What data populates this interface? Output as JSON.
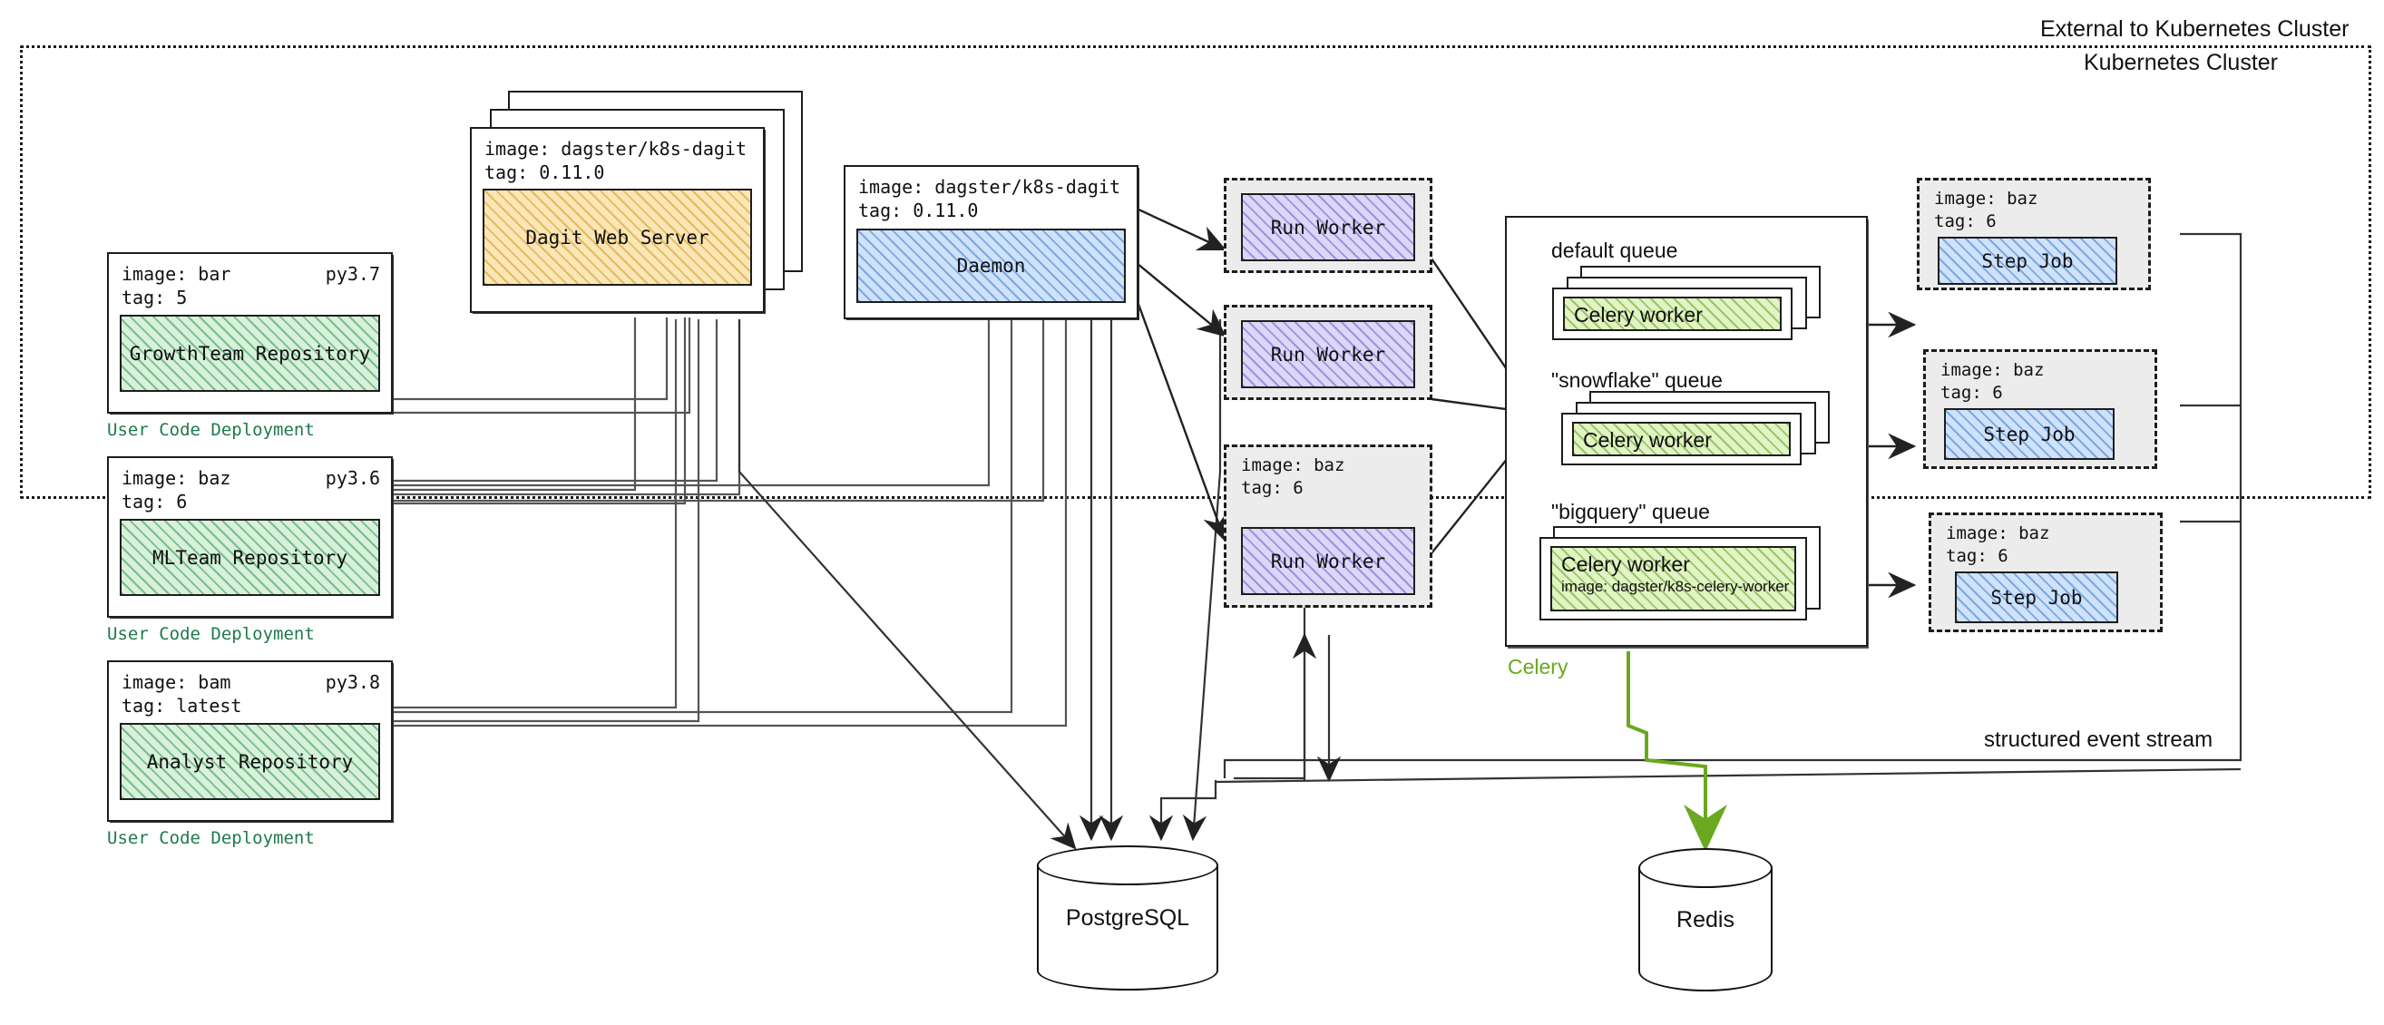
{
  "zones": {
    "external_label": "External to Kubernetes Cluster",
    "k8s_label": "Kubernetes Cluster"
  },
  "user_code_deployments": [
    {
      "image": "image: bar",
      "tag": "tag: 5",
      "python": "py3.7",
      "title": "GrowthTeam Repository",
      "caption": "User Code Deployment"
    },
    {
      "image": "image: baz",
      "tag": "tag: 6",
      "python": "py3.6",
      "title": "MLTeam Repository",
      "caption": "User Code Deployment"
    },
    {
      "image": "image: bam",
      "tag": "tag: latest",
      "python": "py3.8",
      "title": "Analyst Repository",
      "caption": "User Code Deployment"
    }
  ],
  "dagit": {
    "image": "image: dagster/k8s-dagit",
    "tag": "tag: 0.11.0",
    "title": "Dagit Web Server"
  },
  "daemon": {
    "image": "image: dagster/k8s-dagit",
    "tag": "tag: 0.11.0",
    "title": "Daemon"
  },
  "run_workers": [
    {
      "title": "Run Worker",
      "image": "",
      "tag": ""
    },
    {
      "title": "Run Worker",
      "image": "",
      "tag": ""
    },
    {
      "title": "Run Worker",
      "image": "image: baz",
      "tag": "tag: 6"
    }
  ],
  "celery": {
    "caption": "Celery",
    "queues": [
      {
        "label": "default queue",
        "worker_title": "Celery worker",
        "worker_image": "",
        "stacked": 3
      },
      {
        "label": "\"snowflake\" queue",
        "worker_title": "Celery worker",
        "worker_image": "",
        "stacked": 3
      },
      {
        "label": "\"bigquery\" queue",
        "worker_title": "Celery worker",
        "worker_image": "image: dagster/k8s-celery-worker",
        "stacked": 2
      }
    ]
  },
  "step_jobs": [
    {
      "image": "image: baz",
      "tag": "tag: 6",
      "title": "Step Job"
    },
    {
      "image": "image: baz",
      "tag": "tag: 6",
      "title": "Step Job"
    },
    {
      "image": "image: baz",
      "tag": "tag: 6",
      "title": "Step Job"
    }
  ],
  "databases": [
    {
      "name": "PostgreSQL"
    },
    {
      "name": "Redis"
    }
  ],
  "annotations": {
    "structured_event_stream": "structured event stream"
  },
  "colors": {
    "repository_green": "#2a9d5c",
    "dagit_orange": "#e8a33d",
    "daemon_blue": "#5a9bd8",
    "run_worker_purple": "#6f5fd0",
    "celery_green": "#6aa81f",
    "step_job_blue": "#6f96e0",
    "ink": "#1d1d1d"
  }
}
